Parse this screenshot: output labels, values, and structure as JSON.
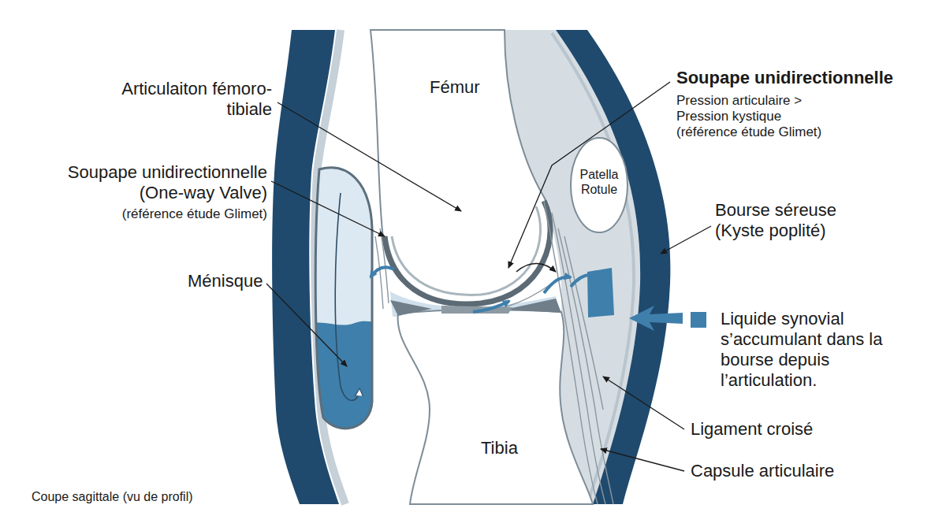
{
  "diagram": {
    "caption": "Coupe sagittale (vu de profil)",
    "labels": [
      "Articulaiton fémoro-tibiale",
      "Fémur",
      "Soupape unidirectionnelle",
      "Pression articulaire > Pression kystique (référence étude Glimet)",
      "Patella Rotule",
      "Soupape unidirectionnelle (One-way Valve)",
      "(référence étude Glimet)",
      "Ménisque",
      "Bourse séreuse (Kyste poplité)",
      "Ligament croisé",
      "Tibia",
      "Capsule articulaire"
    ],
    "legend": [
      {
        "text": "Liquide synovial s’accumulant dans la bourse depuis l’articulation.",
        "color": "#3f7fab"
      }
    ]
  }
}
